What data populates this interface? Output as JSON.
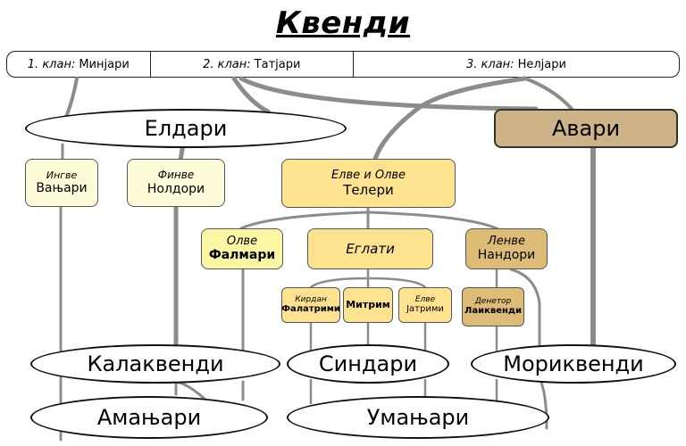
{
  "title": "Квенди",
  "clans": [
    {
      "prefix": "1. клан:",
      "name": "Минјари"
    },
    {
      "prefix": "2. клан:",
      "name": "Татјари"
    },
    {
      "prefix": "3. клан:",
      "name": "Нелјари"
    }
  ],
  "eldar": "Елдари",
  "avari": "Авари",
  "vanyar": {
    "sub": "Ингве",
    "name": "Вањари"
  },
  "noldor": {
    "sub": "Финве",
    "name": "Нолдори"
  },
  "teleri": {
    "sub": "Елве и Олве",
    "name": "Телери"
  },
  "falmari": {
    "sub": "Олве",
    "name": "Фалмари"
  },
  "eglath": {
    "sub": "Еглати"
  },
  "nandor": {
    "sub": "Ленве",
    "name": "Нандори"
  },
  "falathrim": {
    "sub": "Кирдан",
    "name": "Фалатрими"
  },
  "mithrim": {
    "name": "Митрим"
  },
  "iathrim": {
    "sub": "Елве",
    "name": "Јатрими"
  },
  "laiquendi": {
    "sub": "Денетор",
    "name": "Лаиквенди"
  },
  "calaquendi": "Калаквенди",
  "sindar": "Синдари",
  "moriquendi": "Мориквенди",
  "amanyar": "Амањари",
  "umanyar": "Умањари",
  "colors": {
    "line": "#8c8c8c",
    "cream": "#fdfbd8",
    "yellow": "#fbf6a4",
    "orange": "#fde290",
    "tan": "#dcbc76",
    "avari": "#cdb387"
  }
}
